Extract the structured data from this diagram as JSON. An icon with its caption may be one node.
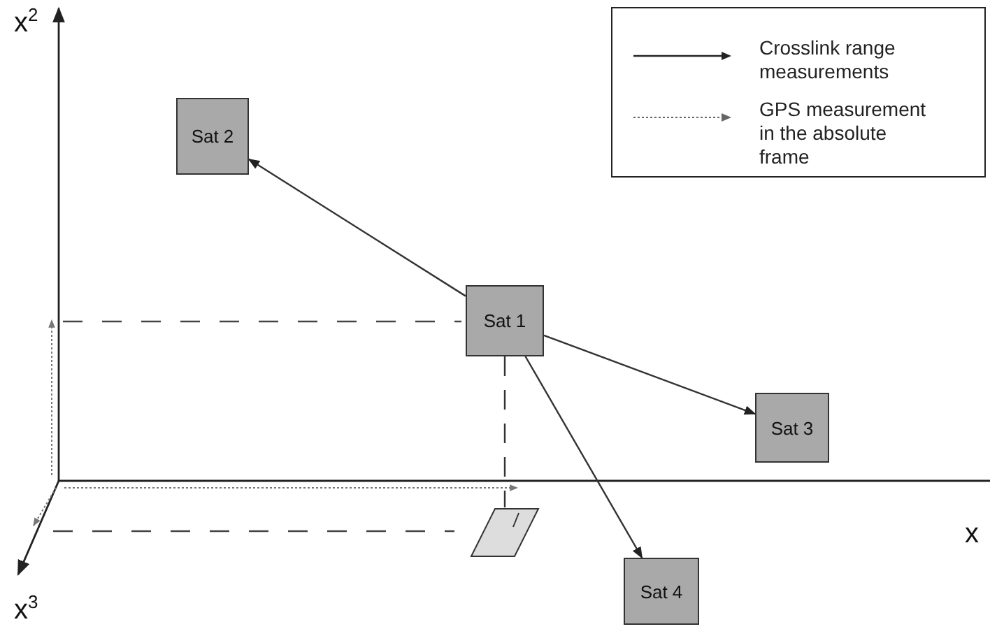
{
  "diagram": {
    "nodes": [
      {
        "text": [
          "Sat 2"
        ]
      },
      {
        "text": [
          "Sat 1"
        ]
      },
      {
        "text": [
          "Sat 3"
        ]
      },
      {
        "text": [
          "Sat 4"
        ]
      },
      {
        "text": [],
        "shape": "parallelogram"
      }
    ],
    "edges": [
      {
        "from": 1,
        "to": 0,
        "arrow": "to"
      },
      {
        "from": 1,
        "to": 2,
        "arrow": "to"
      },
      {
        "from": 1,
        "to": 3,
        "arrow": "to"
      },
      {
        "from": 1,
        "to": 4,
        "arrow": "none",
        "style": "dashed"
      }
    ],
    "labels": [
      "x$^{2}$",
      "x",
      "x$^{3}$"
    ],
    "legend": [
      {
        "text": "Crosslink range measurements"
      },
      {
        "text": "GPS measurement in the absolute frame"
      }
    ]
  }
}
